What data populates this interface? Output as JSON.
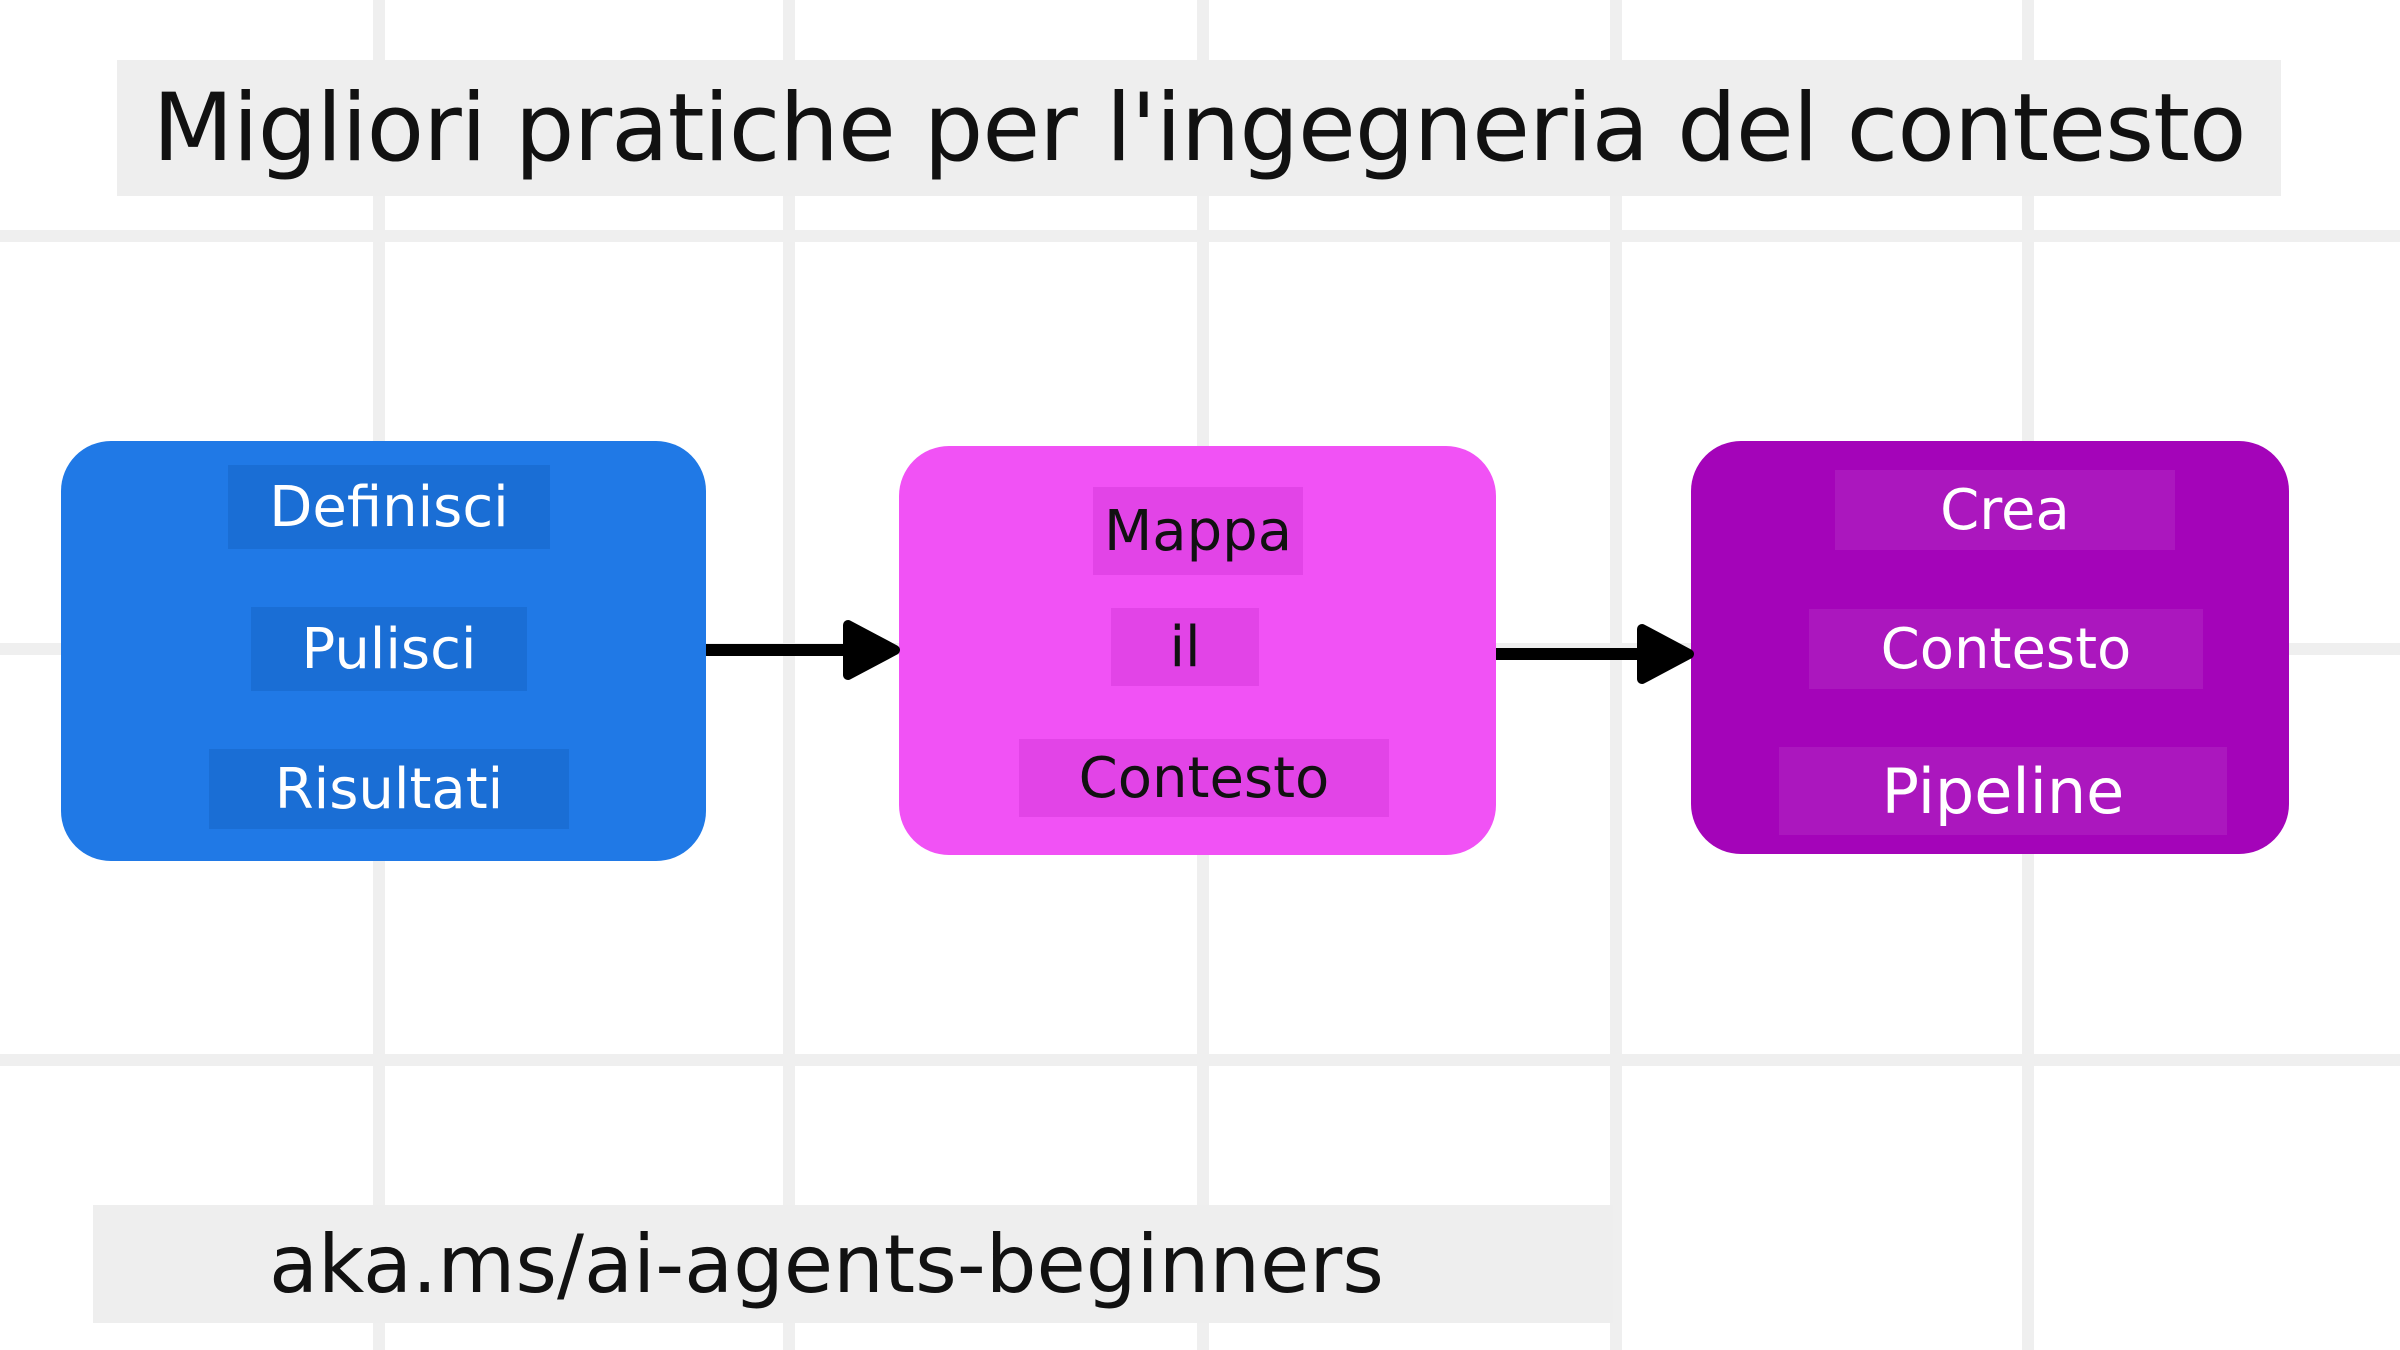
{
  "title": "Migliori pratiche per l'ingegneria del contesto",
  "steps": [
    {
      "lines": [
        "Definisci",
        "Pulisci",
        "Risultati"
      ],
      "color": "#2079e6"
    },
    {
      "lines": [
        "Mappa",
        "il",
        "Contesto"
      ],
      "color": "#f152f5"
    },
    {
      "lines": [
        "Crea",
        "Contesto",
        "Pipeline"
      ],
      "color": "#a404b9"
    }
  ],
  "footer": "aka.ms/ai-agents-beginners"
}
